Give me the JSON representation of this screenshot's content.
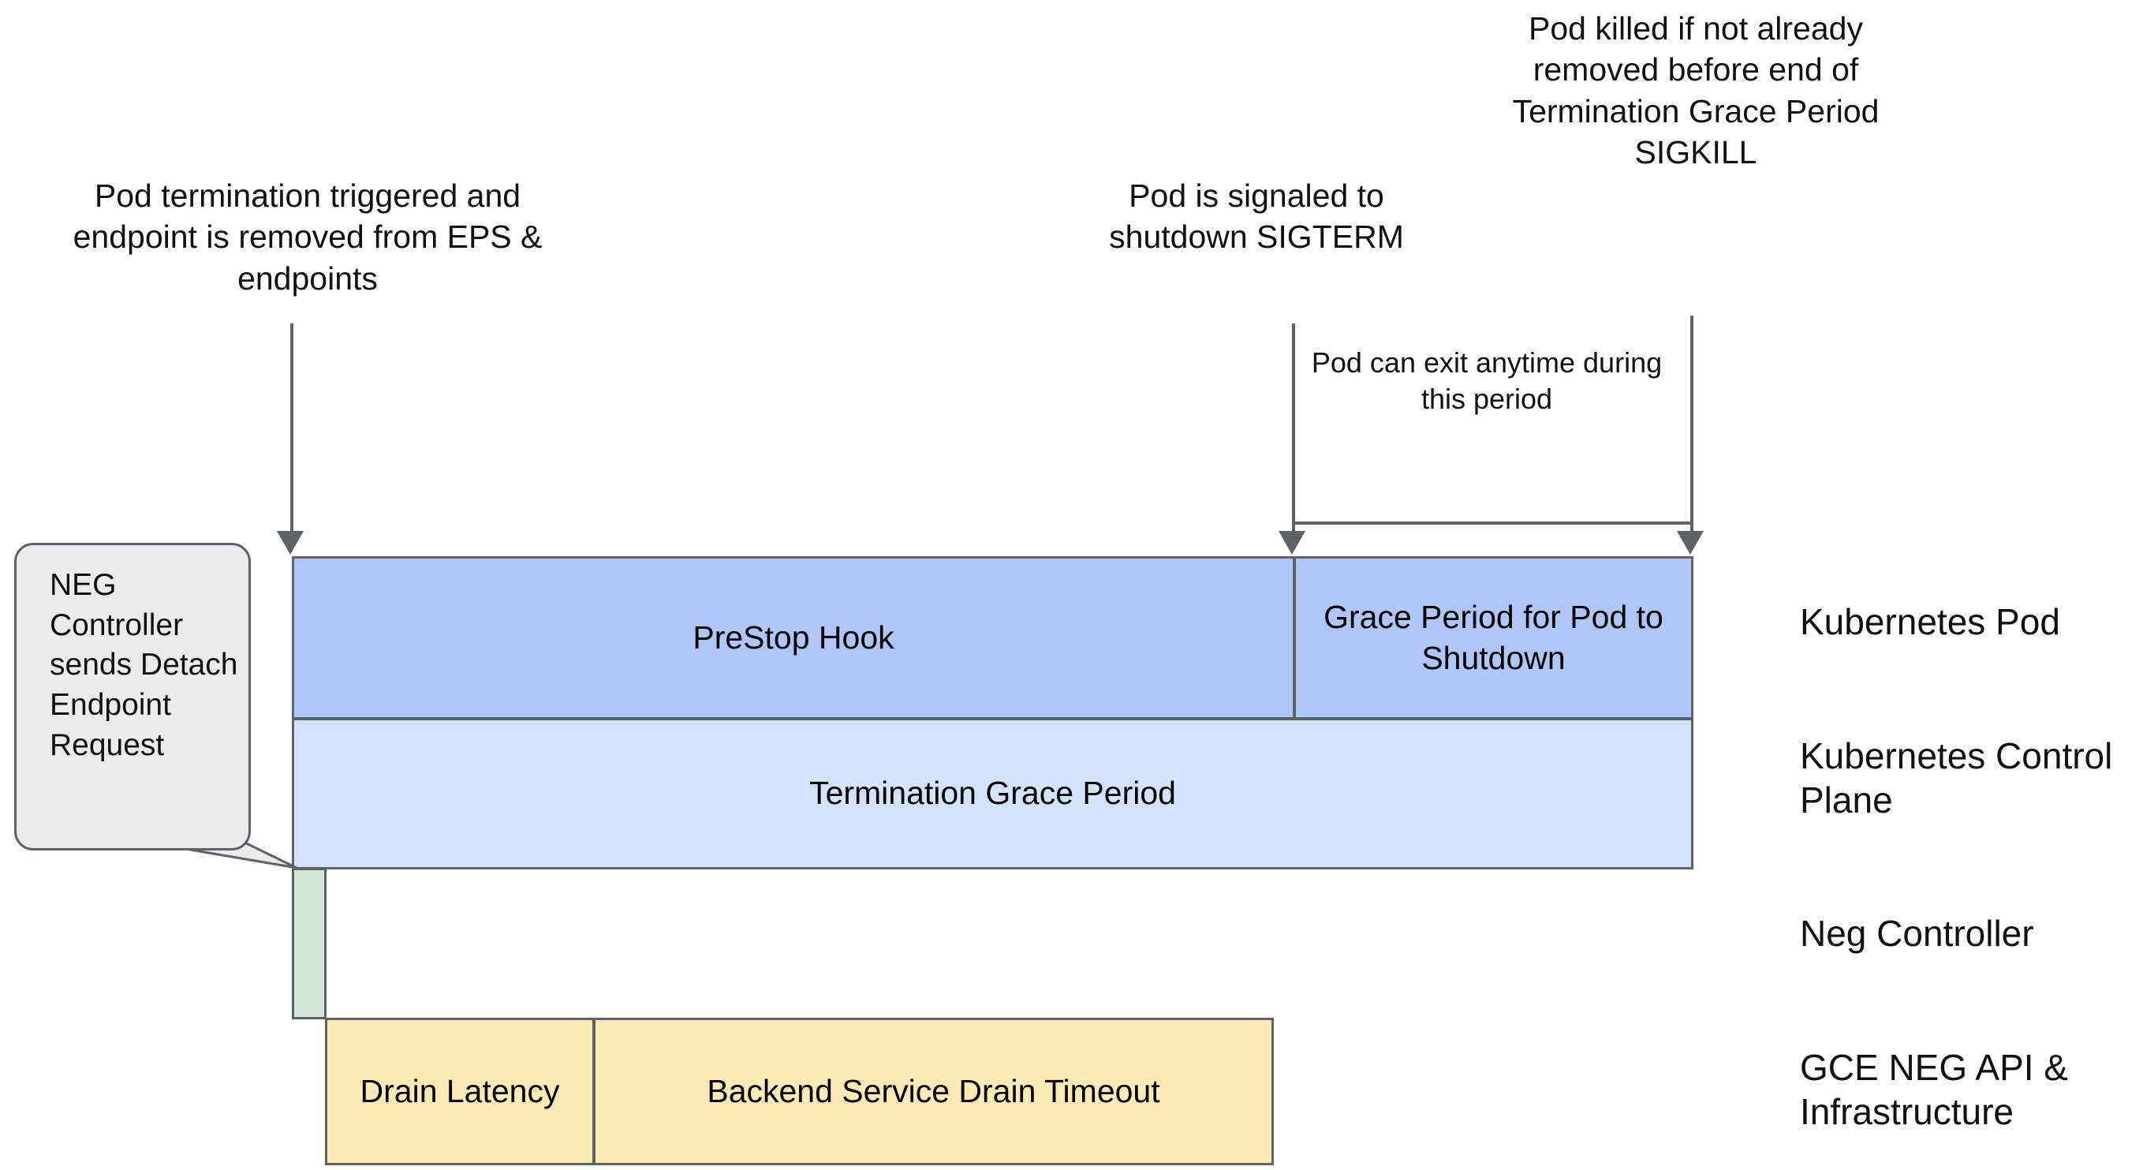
{
  "annotations": {
    "pod_termination": "Pod termination triggered and endpoint is removed from EPS & endpoints",
    "sigterm": "Pod is signaled to shutdown SIGTERM",
    "sigkill": "Pod killed if not already removed before end of Termination Grace Period SIGKILL",
    "pod_exit": "Pod can exit anytime during this period"
  },
  "callout": {
    "text": "NEG Controller sends Detach Endpoint Request"
  },
  "bars": {
    "prestop_hook": "PreStop Hook",
    "grace_period": "Grace Period for Pod to Shutdown",
    "termination_grace_period": "Termination Grace Period",
    "neg_controller": "",
    "drain_latency": "Drain Latency",
    "backend_service_drain_timeout": "Backend Service Drain Timeout"
  },
  "lanes": [
    {
      "label": "Kubernetes Pod"
    },
    {
      "label": "Kubernetes Control Plane"
    },
    {
      "label": "Neg Controller"
    },
    {
      "label": "GCE NEG API & Infrastructure"
    }
  ],
  "colors": {
    "prestop_blue": "#aec6f8",
    "grace_blue": "#aec6f8",
    "tgp_light_blue": "#d4e3fc",
    "neg_green": "#cee9d4",
    "drain_yellow": "#fceab4",
    "stroke_gray": "#5f6368",
    "callout_gray": "#ebebeb"
  }
}
